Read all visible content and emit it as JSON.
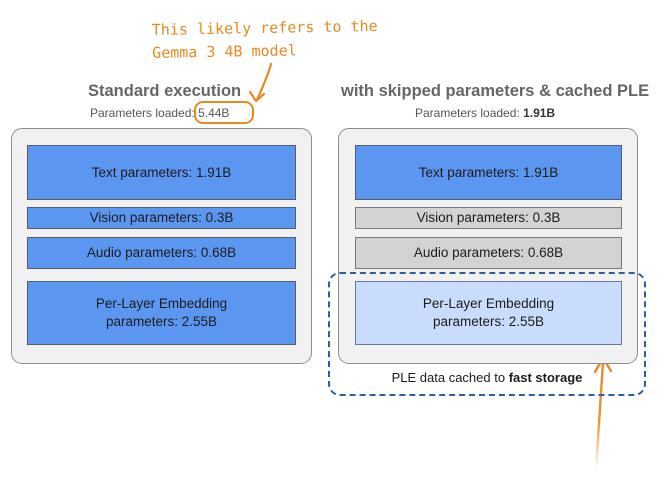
{
  "annotation": {
    "line1": "This likely refers to the",
    "line2": "Gemma 3 4B model"
  },
  "colors": {
    "annotation": "#e8891f",
    "param_block_active": "#5b96f1",
    "param_block_skipped": "#d3d3d3",
    "param_block_cached": "#c9dcfb",
    "cache_border": "#2b5f9e",
    "panel_bg": "#f1f1f1"
  },
  "left": {
    "title": "Standard execution",
    "params_loaded_label": "Parameters loaded:",
    "params_loaded_value": "5.44B",
    "blocks": {
      "text": "Text parameters: 1.91B",
      "vision": "Vision parameters: 0.3B",
      "audio": "Audio parameters: 0.68B",
      "ple_line1": "Per-Layer Embedding",
      "ple_line2": "parameters: 2.55B"
    }
  },
  "right": {
    "title": "with skipped parameters & cached PLE",
    "params_loaded_label": "Parameters loaded:",
    "params_loaded_value": "1.91B",
    "blocks": {
      "text": "Text parameters: 1.91B",
      "vision": "Vision parameters: 0.3B",
      "audio": "Audio parameters: 0.68B",
      "ple_line1": "Per-Layer Embedding",
      "ple_line2": "parameters: 2.55B"
    }
  },
  "cache_caption": {
    "prefix": "PLE data cached to",
    "emphasis": "fast storage"
  }
}
